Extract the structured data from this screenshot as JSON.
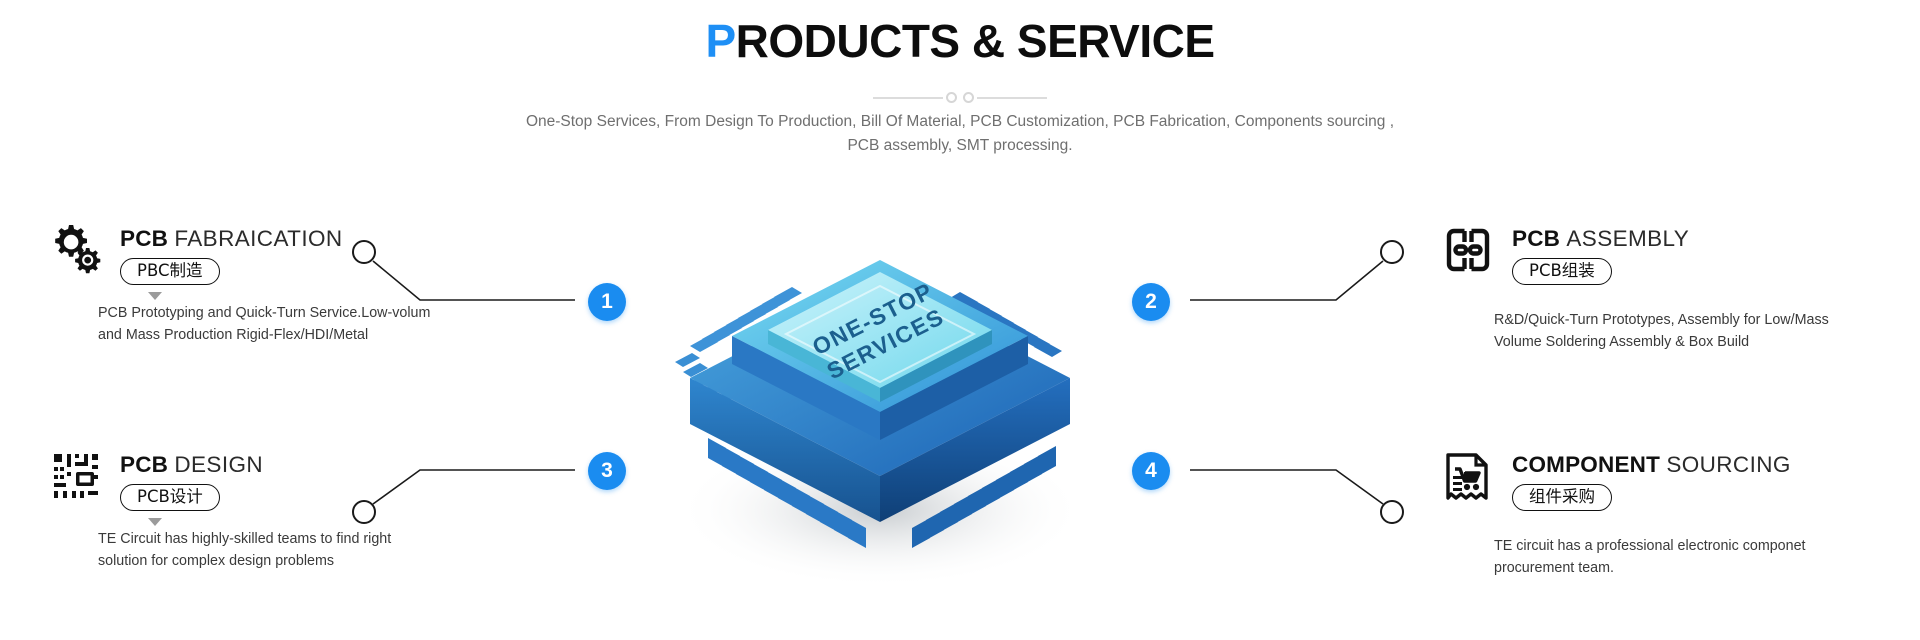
{
  "header": {
    "title_lead": "P",
    "title_rest": "RODUCTS & SERVICE",
    "subtitle_line1": "One-Stop Services, From Design To Production, Bill Of Material, PCB Customization, PCB Fabrication, Components sourcing ,",
    "subtitle_line2": "PCB assembly, SMT processing."
  },
  "chip": {
    "label_line1": "ONE-STOP",
    "label_line2": "SERVICES",
    "body_color": "#2f7fd0",
    "top_color": "#7fe3f0",
    "pin_color": "#1f6fc4"
  },
  "accent_color": "#1a8cf0",
  "blocks": [
    {
      "number": "1",
      "icon": "gears-icon",
      "title_bold": "PCB",
      "title_light": "FABRAICATION",
      "badge": "PBC制造",
      "desc": "PCB Prototyping and Quick-Turn Service.Low-volum\nand Mass Production Rigid-Flex/HDI/Metal"
    },
    {
      "number": "2",
      "icon": "assembly-link-icon",
      "title_bold": "PCB",
      "title_light": "ASSEMBLY",
      "badge": "PCB组装",
      "desc": "R&D/Quick-Turn Prototypes, Assembly for Low/Mass\nVolume Soldering Assembly & Box Build"
    },
    {
      "number": "3",
      "icon": "circuit-board-icon",
      "title_bold": "PCB",
      "title_light": "DESIGN",
      "badge": "PCB设计",
      "desc": "TE Circuit has highly-skilled teams to find right\nsolution for complex design problems"
    },
    {
      "number": "4",
      "icon": "shopping-cart-receipt-icon",
      "title_bold": "COMPONENT",
      "title_light": "SOURCING",
      "badge": "组件采购",
      "desc": "TE circuit has a professional electronic componet\nprocurement team."
    }
  ]
}
